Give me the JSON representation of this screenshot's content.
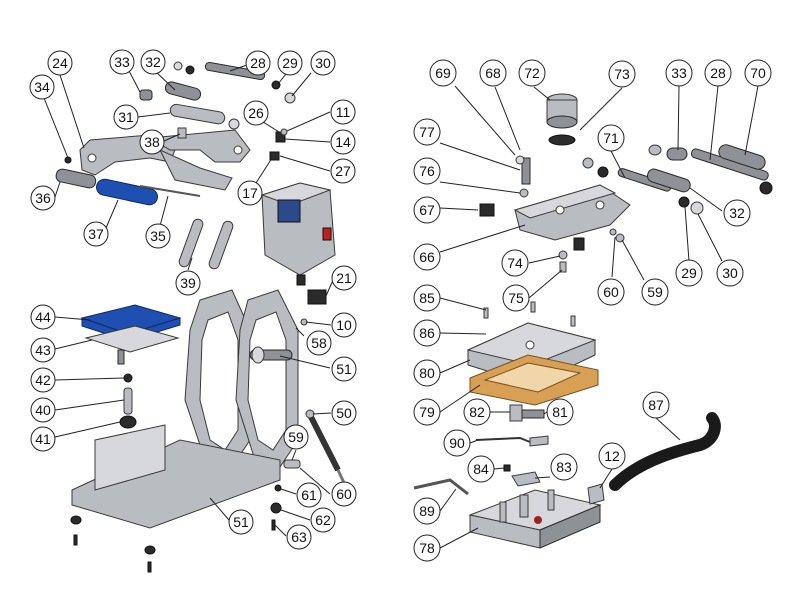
{
  "callouts": {
    "c24": "24",
    "c34": "34",
    "c33a": "33",
    "c32a": "32",
    "c28a": "28",
    "c29a": "29",
    "c30a": "30",
    "c31": "31",
    "c26": "26",
    "c11": "11",
    "c38": "38",
    "c14": "14",
    "c27": "27",
    "c17": "17",
    "c36": "36",
    "c37": "37",
    "c35": "35",
    "c39": "39",
    "c21": "21",
    "c44": "44",
    "c43": "43",
    "c10": "10",
    "c58": "58",
    "c51a": "51",
    "c42": "42",
    "c40": "40",
    "c41": "41",
    "c50": "50",
    "c59a": "59",
    "c60a": "60",
    "c61": "61",
    "c62": "62",
    "c63": "63",
    "c51b": "51",
    "c69": "69",
    "c68": "68",
    "c72": "72",
    "c73": "73",
    "c33b": "33",
    "c28b": "28",
    "c70": "70",
    "c77": "77",
    "c71": "71",
    "c76": "76",
    "c32b": "32",
    "c67": "67",
    "c66": "66",
    "c74": "74",
    "c29b": "29",
    "c30b": "30",
    "c75": "75",
    "c60b": "60",
    "c59b": "59",
    "c85": "85",
    "c86": "86",
    "c80": "80",
    "c79": "79",
    "c82": "82",
    "c81": "81",
    "c87": "87",
    "c90": "90",
    "c12": "12",
    "c84": "84",
    "c83": "83",
    "c89": "89",
    "c78": "78"
  }
}
